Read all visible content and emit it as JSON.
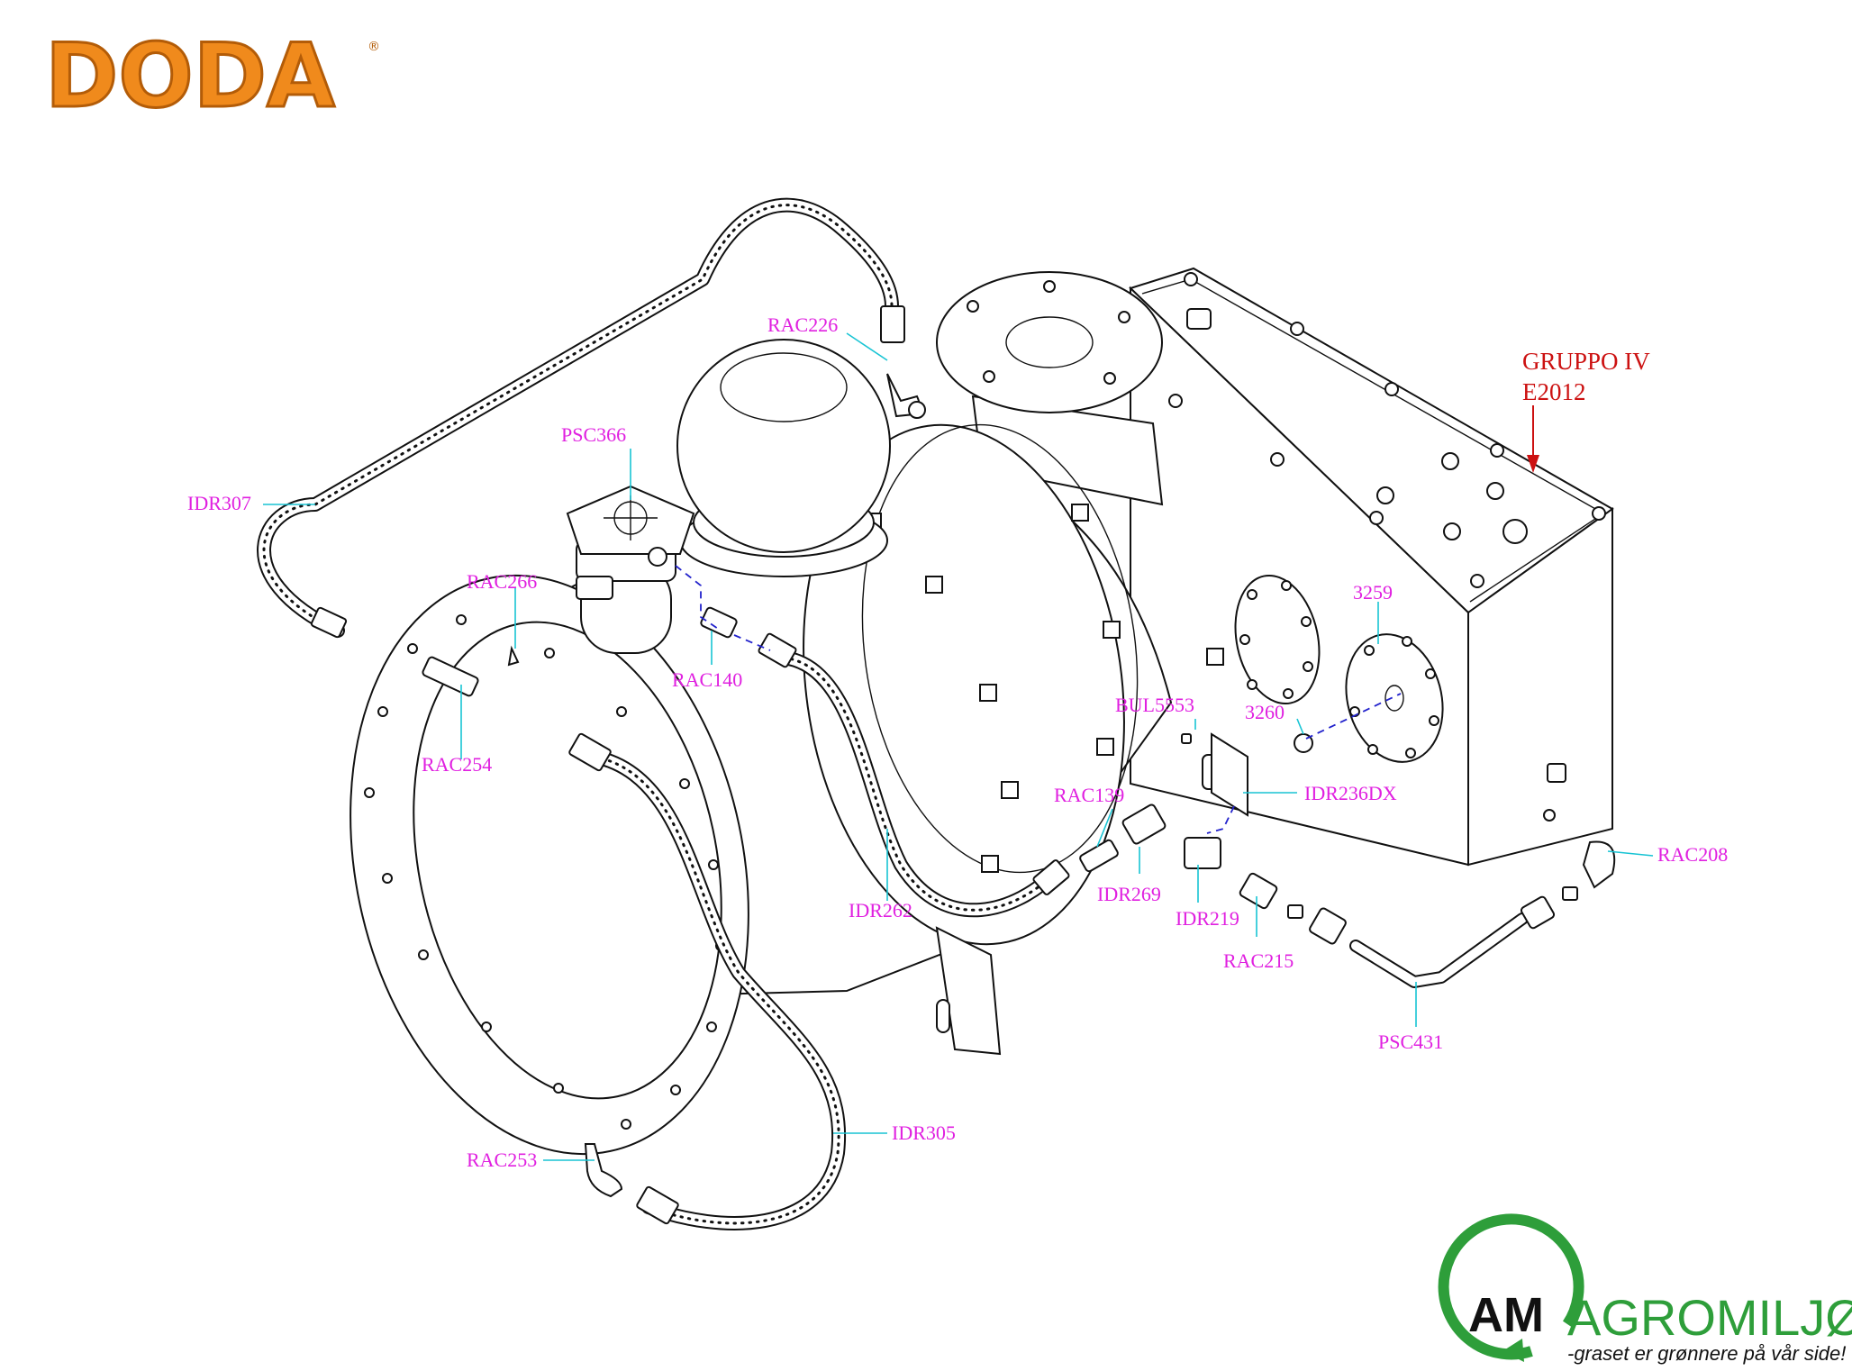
{
  "branding": {
    "manufacturer_logo_text": "DODA",
    "registered_mark": "®",
    "dealer_logo_initials": "AM",
    "dealer_name": "AGROMILJØ",
    "dealer_tagline": "-graset er grønnere på vår side!",
    "colors": {
      "doda_orange": "#f08a1c",
      "agro_green": "#2e9e3a",
      "label_magenta": "#e020e0",
      "leader_cyan": "#18c4d4",
      "group_red": "#cc1111"
    }
  },
  "group": {
    "line1": "GRUPPO IV",
    "line2": "E2012"
  },
  "parts": {
    "rac226": "RAC226",
    "psc366": "PSC366",
    "idr307": "IDR307",
    "rac266": "RAC266",
    "rac140": "RAC140",
    "rac254": "RAC254",
    "bul5553": "BUL5553",
    "p3260": "3260",
    "p3259": "3259",
    "idr236dx": "IDR236DX",
    "rac139": "RAC139",
    "idr269": "IDR269",
    "idr262": "IDR262",
    "idr219": "IDR219",
    "rac215": "RAC215",
    "rac208": "RAC208",
    "psc431": "PSC431",
    "idr305": "IDR305",
    "rac253": "RAC253"
  }
}
